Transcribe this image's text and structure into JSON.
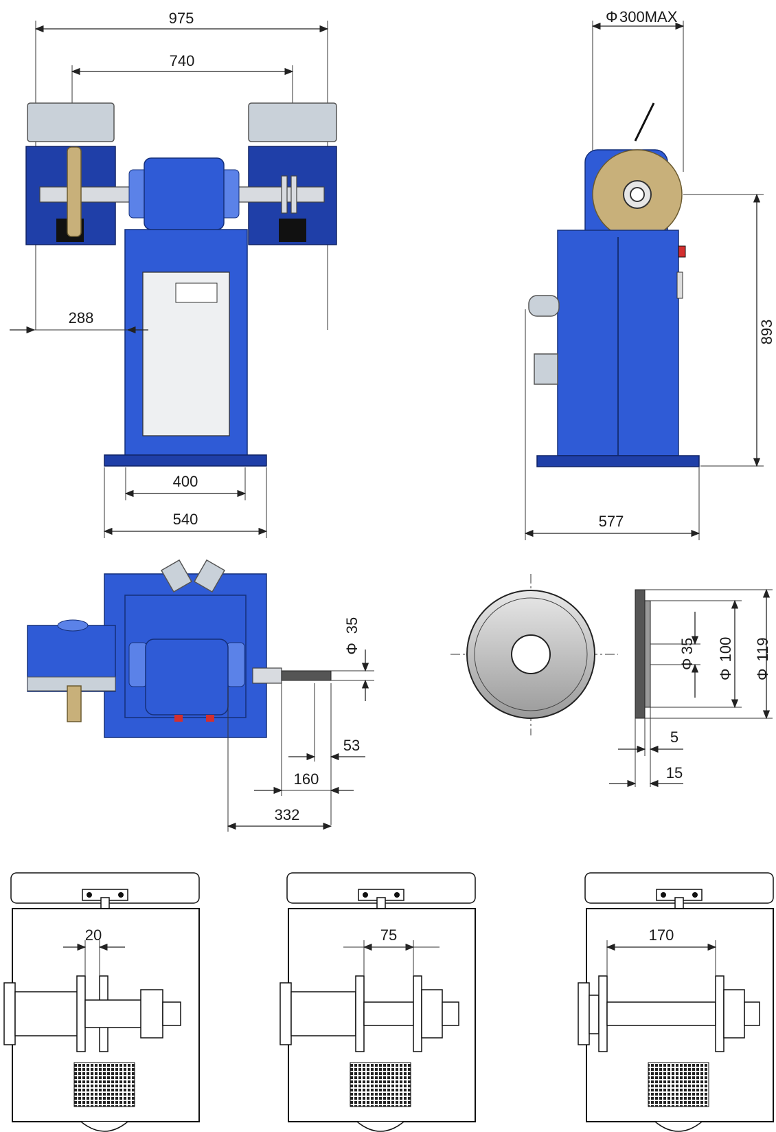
{
  "drawing": {
    "front_view": {
      "dim_overall_width": "975",
      "dim_spindle_centres": "740",
      "dim_side_offset": "288",
      "dim_base_inner": "400",
      "dim_base_outer": "540"
    },
    "side_view": {
      "dim_wheel_max": "300MAX",
      "dim_height": "893",
      "dim_depth": "577"
    },
    "top_view": {
      "dim_shaft_dia": "35",
      "dim_shaft_tip": "53",
      "dim_shaft_length": "160",
      "dim_shaft_reach": "332"
    },
    "wheel_detail": {
      "dim_bore": "35",
      "dim_flange": "100",
      "dim_outer": "119",
      "dim_thin": "5",
      "dim_thick": "15"
    },
    "guard_configs": [
      {
        "dim": "20"
      },
      {
        "dim": "75"
      },
      {
        "dim": "170"
      }
    ],
    "symbols": {
      "diameter": "Φ"
    },
    "colors": {
      "machine_blue": "#2f5bd6",
      "wheel": "#c8b07a"
    }
  }
}
